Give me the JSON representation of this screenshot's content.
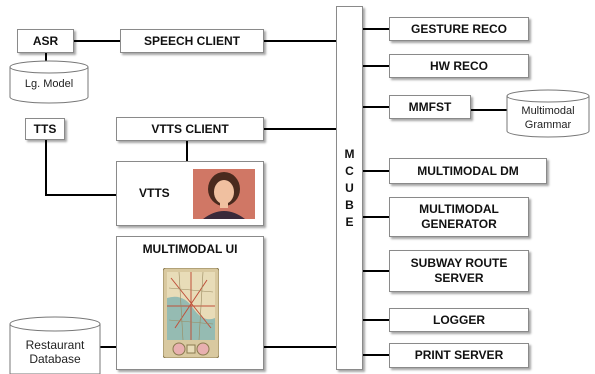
{
  "diagram": {
    "left": {
      "asr": "ASR",
      "lg_model": "Lg. Model",
      "speech_client": "SPEECH CLIENT",
      "tts": "TTS",
      "vtts_client": "VTTS CLIENT",
      "vtts": "VTTS",
      "multimodal_ui": "MULTIMODAL UI",
      "restaurant_db": "Restaurant\nDatabase"
    },
    "hub": {
      "label": "MCUBE",
      "letters": [
        "M",
        "C",
        "U",
        "B",
        "E"
      ]
    },
    "right": {
      "gesture_reco": "GESTURE RECO",
      "hw_reco": "HW RECO",
      "mmfst": "MMFST",
      "multimodal_grammar": "Multimodal\nGrammar",
      "multimodal_dm": "MULTIMODAL DM",
      "multimodal_generator": "MULTIMODAL\nGENERATOR",
      "subway_route_server": "SUBWAY ROUTE\nSERVER",
      "logger": "LOGGER",
      "print_server": "PRINT SERVER"
    },
    "colors": {
      "line": "#000000",
      "box_border": "#8a8a8a",
      "map_bg": "#d9c9a0",
      "map_water": "#7fb3b0",
      "face_bg": "#c86a5a"
    }
  }
}
